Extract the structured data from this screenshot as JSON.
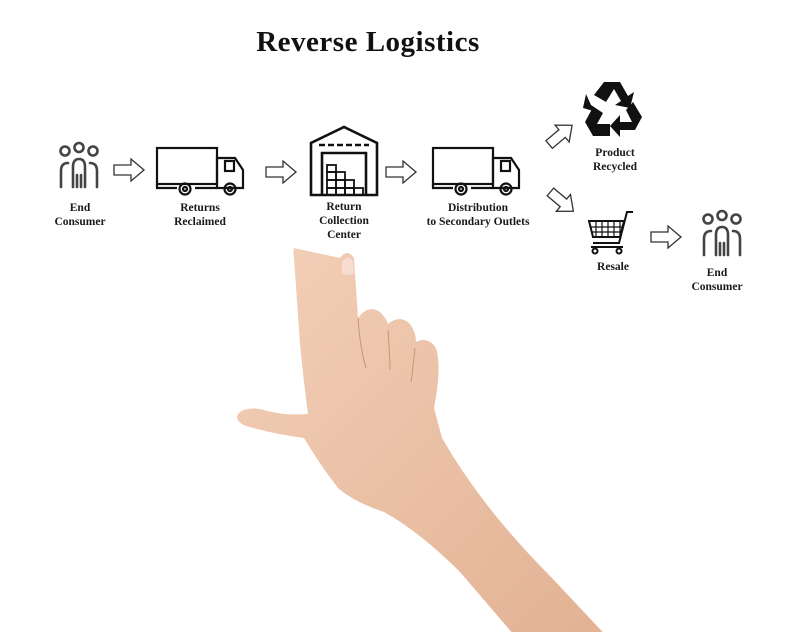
{
  "title": "Reverse Logistics",
  "steps": [
    {
      "icon": "people-icon",
      "line1": "End",
      "line2": "Consumer"
    },
    {
      "icon": "truck-icon",
      "line1": "Returns",
      "line2": "Reclaimed"
    },
    {
      "icon": "warehouse-icon",
      "line1": "Return",
      "line2": "Collection",
      "line3": "Center"
    },
    {
      "icon": "truck-icon",
      "line1": "Distribution",
      "line2": "to Secondary Outlets"
    },
    {
      "icon": "recycle-icon",
      "line1": "Product",
      "line2": "Recycled"
    },
    {
      "icon": "shopping-cart-icon",
      "line1": "Resale"
    },
    {
      "icon": "people-icon",
      "line1": "End",
      "line2": "Consumer"
    }
  ],
  "colors": {
    "ink": "#1a1a1a",
    "skin": "#efc6ab",
    "icon_gray": "#444444"
  }
}
